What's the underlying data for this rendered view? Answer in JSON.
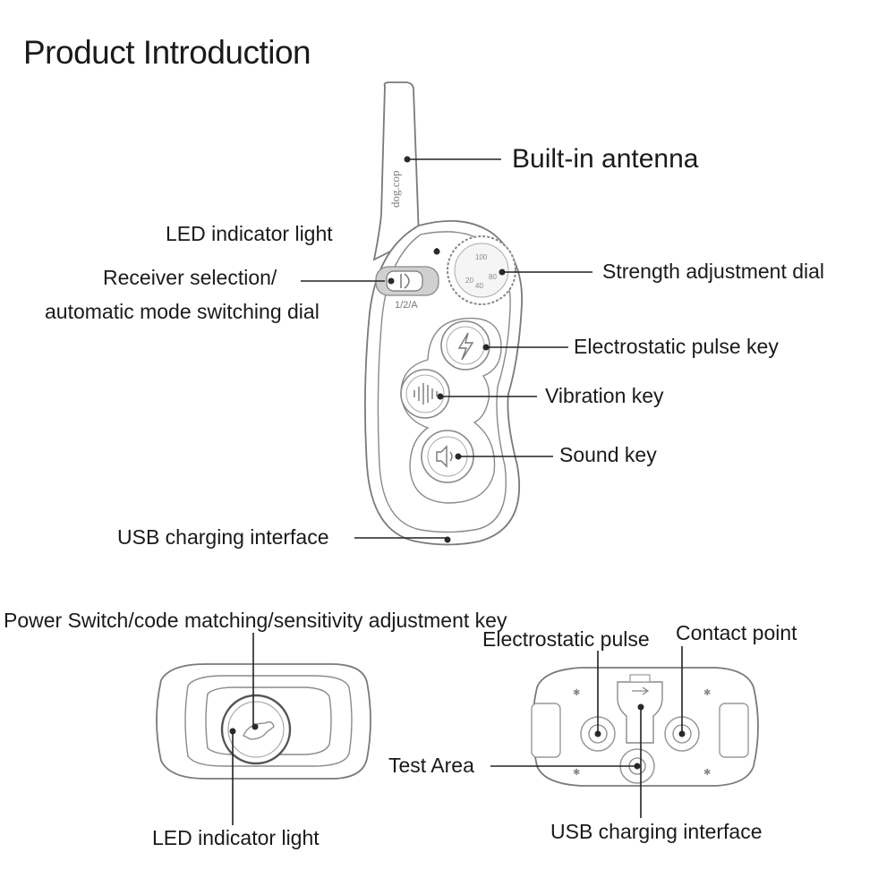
{
  "title": "Product Introduction",
  "transmitter": {
    "labels": {
      "antenna": "Built-in antenna",
      "led": "LED indicator light",
      "receiver_line1": "Receiver selection/",
      "receiver_line2": "automatic mode switching dial",
      "strength": "Strength adjustment dial",
      "pulse": "Electrostatic pulse key",
      "vibration": "Vibration key",
      "sound": "Sound key",
      "usb": "USB charging interface"
    },
    "antenna_brand": "dog.cop",
    "switch_text": "1/2/A"
  },
  "receiver_front": {
    "power": "Power Switch/code matching/sensitivity adjustment key",
    "led": "LED indicator light"
  },
  "receiver_back": {
    "pulse": "Electrostatic pulse",
    "contact": "Contact point",
    "test": "Test Area",
    "usb": "USB charging interface"
  }
}
